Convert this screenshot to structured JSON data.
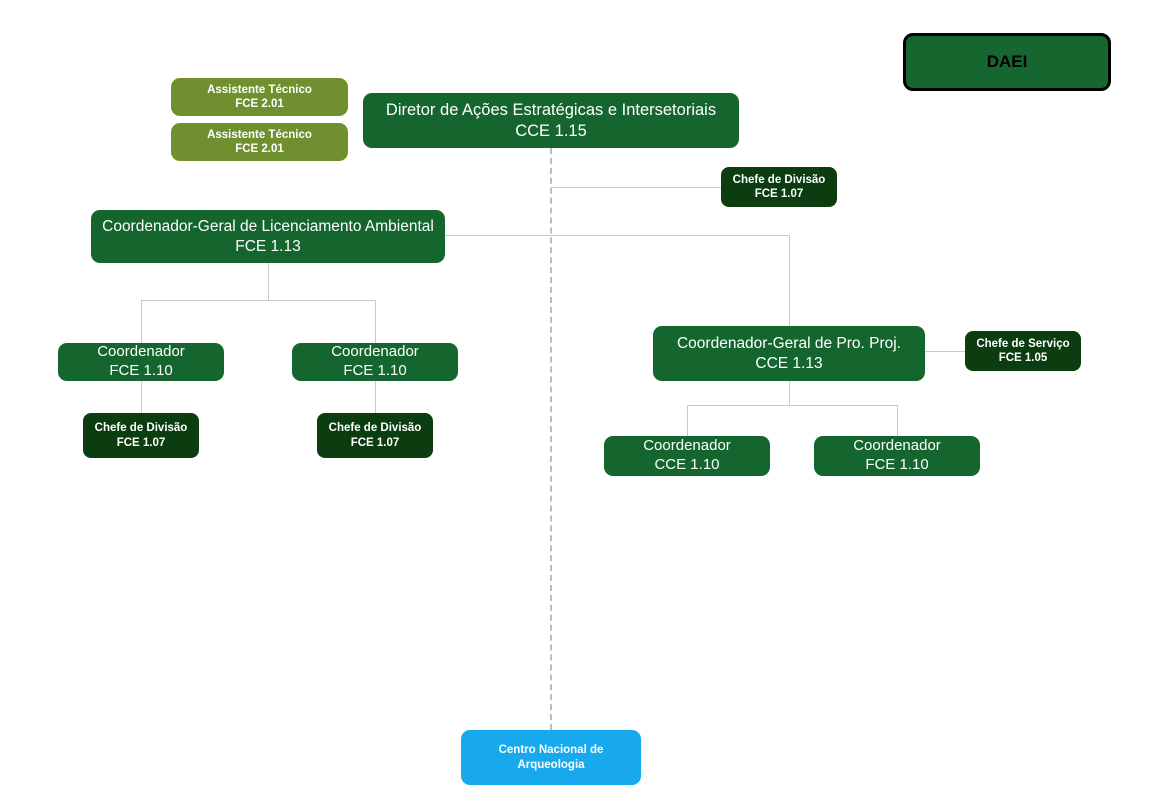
{
  "chart_data": {
    "type": "diagram",
    "title": "DAEI organizational chart",
    "nodes": [
      {
        "id": "root",
        "label_1": "DAEI",
        "label_2": ""
      },
      {
        "id": "asst1",
        "label_1": "Assistente Técnico",
        "label_2": "FCE 2.01"
      },
      {
        "id": "asst2",
        "label_1": "Assistente Técnico",
        "label_2": "FCE 2.01"
      },
      {
        "id": "diretor",
        "label_1": "Diretor de Ações Estratégicas e Intersetoriais",
        "label_2": "CCE 1.15"
      },
      {
        "id": "chefe_div_dir",
        "label_1": "Chefe de Divisão",
        "label_2": "FCE 1.07"
      },
      {
        "id": "cg_licenciamento",
        "label_1": "Coordenador-Geral de Licenciamento Ambiental",
        "label_2": "FCE 1.13"
      },
      {
        "id": "coord_l1",
        "label_1": "Coordenador",
        "label_2": "FCE 1.10"
      },
      {
        "id": "coord_l2",
        "label_1": "Coordenador",
        "label_2": "FCE 1.10"
      },
      {
        "id": "chefe_div_l1",
        "label_1": "Chefe de Divisão",
        "label_2": "FCE 1.07"
      },
      {
        "id": "chefe_div_l2",
        "label_1": "Chefe de Divisão",
        "label_2": "FCE 1.07"
      },
      {
        "id": "cg_proproj",
        "label_1": "Coordenador-Geral de Pro. Proj.",
        "label_2": "CCE 1.13"
      },
      {
        "id": "chefe_servico",
        "label_1": "Chefe de Serviço",
        "label_2": "FCE 1.05"
      },
      {
        "id": "coord_r1",
        "label_1": "Coordenador",
        "label_2": "CCE 1.10"
      },
      {
        "id": "coord_r2",
        "label_1": "Coordenador",
        "label_2": "FCE 1.10"
      },
      {
        "id": "centro",
        "label_1": "Centro Nacional de",
        "label_2": "Arqueologia"
      }
    ],
    "colors": {
      "dark_green": "#14662E",
      "darker_green": "#0B3D10",
      "olive_green": "#70902F",
      "blue": "#18A8EC",
      "connector": "#c9c9c9",
      "dashed_connector": "#bdbdbd",
      "background": "#ffffff"
    }
  },
  "root": {
    "title": "DAEI"
  },
  "assistants": [
    {
      "role": "Assistente Técnico",
      "code": "FCE 2.01"
    },
    {
      "role": "Assistente Técnico",
      "code": "FCE 2.01"
    }
  ],
  "director": {
    "role": "Diretor de Ações Estratégicas e Intersetoriais",
    "code": "CCE 1.15"
  },
  "director_division_chief": {
    "role": "Chefe de Divisão",
    "code": "FCE 1.07"
  },
  "licensing": {
    "general_coordinator": {
      "role": "Coordenador-Geral de Licenciamento Ambiental",
      "code": "FCE 1.13"
    },
    "coordinators": [
      {
        "role": "Coordenador",
        "code": "FCE 1.10"
      },
      {
        "role": "Coordenador",
        "code": "FCE 1.10"
      }
    ],
    "division_chiefs": [
      {
        "role": "Chefe de Divisão",
        "code": "FCE 1.07"
      },
      {
        "role": "Chefe de Divisão",
        "code": "FCE 1.07"
      }
    ]
  },
  "projects": {
    "general_coordinator": {
      "role": "Coordenador-Geral de Pro. Proj.",
      "code": "CCE 1.13"
    },
    "service_chief": {
      "role": "Chefe de Serviço",
      "code": "FCE 1.05"
    },
    "coordinators": [
      {
        "role": "Coordenador",
        "code": "CCE 1.10"
      },
      {
        "role": "Coordenador",
        "code": "FCE 1.10"
      }
    ]
  },
  "linked_unit": {
    "line_1": "Centro Nacional de",
    "line_2": "Arqueologia"
  }
}
